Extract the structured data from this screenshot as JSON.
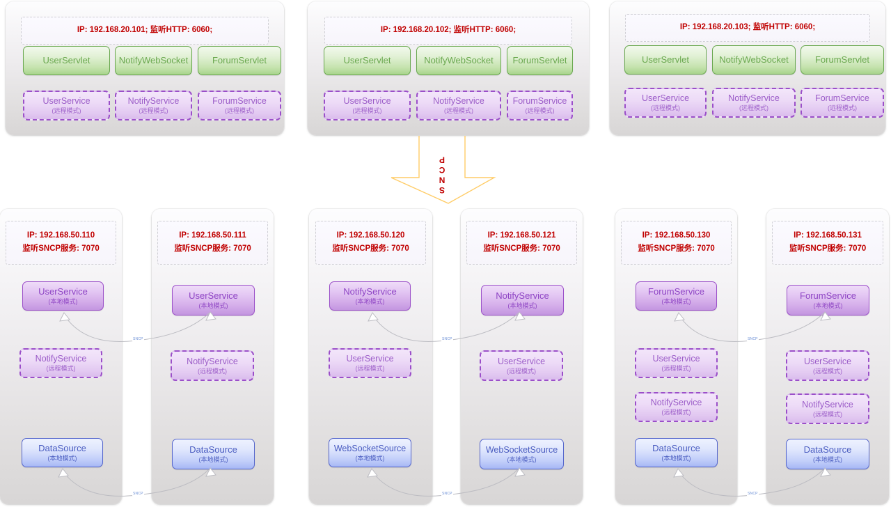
{
  "diagram": {
    "title": "SNCP distributed service deployment topology",
    "colors": {
      "ip_text": "#c00000",
      "green_border": "#69a84f",
      "green_text": "#6aa84f",
      "purple_border": "#9b4fc9",
      "purple_text": "#8e44c4",
      "blue_border": "#5566cc",
      "blue_text": "#4a5cc0",
      "arrow_outline": "#ffcc66",
      "connector": "#b9b9bd",
      "card_bg": "#e8e6e8"
    },
    "mode_labels": {
      "local": "(本地模式)",
      "remote": "(远程模式)"
    },
    "sncp_arrow_label": "SNCP",
    "connector_label": "SNCP"
  },
  "web_tier": [
    {
      "id": "web-101",
      "ip_line": "IP: 192.168.20.101;   监听HTTP: 6060;",
      "servlets": [
        {
          "name": "UserServlet"
        },
        {
          "name": "NotifyWebSocket"
        },
        {
          "name": "ForumServlet"
        }
      ],
      "services": [
        {
          "name": "UserService",
          "mode": "(远程模式)"
        },
        {
          "name": "NotifyService",
          "mode": "(远程模式)"
        },
        {
          "name": "ForumService",
          "mode": "(远程模式)"
        }
      ]
    },
    {
      "id": "web-102",
      "ip_line": "IP: 192.168.20.102;   监听HTTP: 6060;",
      "servlets": [
        {
          "name": "UserServlet"
        },
        {
          "name": "NotifyWebSocket"
        },
        {
          "name": "ForumServlet"
        }
      ],
      "services": [
        {
          "name": "UserService",
          "mode": "(远程模式)"
        },
        {
          "name": "NotifyService",
          "mode": "(远程模式)"
        },
        {
          "name": "ForumService",
          "mode": "(远程模式)"
        }
      ]
    },
    {
      "id": "web-103",
      "ip_line": "IP: 192.168.20.103;   监听HTTP: 6060;",
      "servlets": [
        {
          "name": "UserServlet"
        },
        {
          "name": "NotifyWebSocket"
        },
        {
          "name": "ForumServlet"
        }
      ],
      "services": [
        {
          "name": "UserService",
          "mode": "(远程模式)"
        },
        {
          "name": "NotifyService",
          "mode": "(远程模式)"
        },
        {
          "name": "ForumService",
          "mode": "(远程模式)"
        }
      ]
    }
  ],
  "service_tier": [
    {
      "id": "svc-110",
      "ip_line1": "IP: 192.168.50.110",
      "ip_line2": "监听SNCP服务: 7070",
      "nodes": [
        {
          "name": "UserService",
          "mode": "(本地模式)",
          "style": "purple-solid"
        },
        {
          "name": "NotifyService",
          "mode": "(远程模式)",
          "style": "purple-dash"
        },
        {
          "name": "DataSource",
          "mode": "(本地模式)",
          "style": "blue"
        }
      ]
    },
    {
      "id": "svc-111",
      "ip_line1": "IP: 192.168.50.111",
      "ip_line2": "监听SNCP服务: 7070",
      "nodes": [
        {
          "name": "UserService",
          "mode": "(本地模式)",
          "style": "purple-solid"
        },
        {
          "name": "NotifyService",
          "mode": "(远程模式)",
          "style": "purple-dash"
        },
        {
          "name": "DataSource",
          "mode": "(本地模式)",
          "style": "blue"
        }
      ]
    },
    {
      "id": "svc-120",
      "ip_line1": "IP: 192.168.50.120",
      "ip_line2": "监听SNCP服务: 7070",
      "nodes": [
        {
          "name": "NotifyService",
          "mode": "(本地模式)",
          "style": "purple-solid"
        },
        {
          "name": "UserService",
          "mode": "(远程模式)",
          "style": "purple-dash"
        },
        {
          "name": "WebSocketSource",
          "mode": "(本地模式)",
          "style": "blue"
        }
      ]
    },
    {
      "id": "svc-121",
      "ip_line1": "IP: 192.168.50.121",
      "ip_line2": "监听SNCP服务: 7070",
      "nodes": [
        {
          "name": "NotifyService",
          "mode": "(本地模式)",
          "style": "purple-solid"
        },
        {
          "name": "UserService",
          "mode": "(远程模式)",
          "style": "purple-dash"
        },
        {
          "name": "WebSocketSource",
          "mode": "(本地模式)",
          "style": "blue"
        }
      ]
    },
    {
      "id": "svc-130",
      "ip_line1": "IP: 192.168.50.130",
      "ip_line2": "监听SNCP服务: 7070",
      "nodes": [
        {
          "name": "ForumService",
          "mode": "(本地模式)",
          "style": "purple-solid"
        },
        {
          "name": "UserService",
          "mode": "(远程模式)",
          "style": "purple-dash"
        },
        {
          "name": "NotifyService",
          "mode": "(远程模式)",
          "style": "purple-dash"
        },
        {
          "name": "DataSource",
          "mode": "(本地模式)",
          "style": "blue"
        }
      ]
    },
    {
      "id": "svc-131",
      "ip_line1": "IP: 192.168.50.131",
      "ip_line2": "监听SNCP服务: 7070",
      "nodes": [
        {
          "name": "ForumService",
          "mode": "(本地模式)",
          "style": "purple-solid"
        },
        {
          "name": "UserService",
          "mode": "(远程模式)",
          "style": "purple-dash"
        },
        {
          "name": "NotifyService",
          "mode": "(远程模式)",
          "style": "purple-dash"
        },
        {
          "name": "DataSource",
          "mode": "(本地模式)",
          "style": "blue"
        }
      ]
    }
  ]
}
